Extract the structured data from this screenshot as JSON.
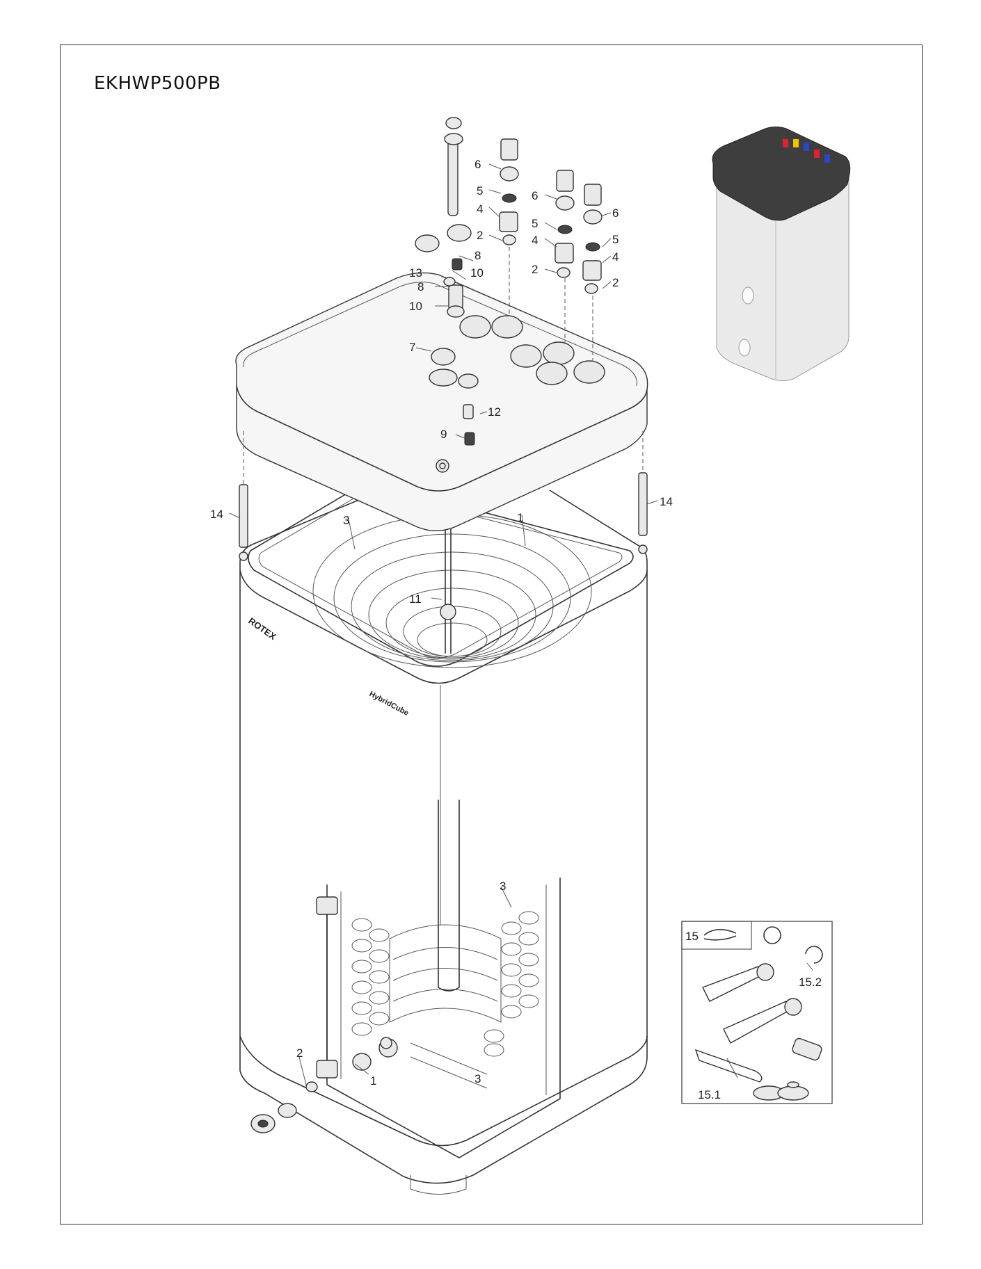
{
  "title": "EKHWP500PB",
  "brand_mark": "ROTEX",
  "product_mark": "HybridCube",
  "callouts": {
    "c1_top": "1",
    "c1_bottom": "1",
    "c2_a": "2",
    "c2_b": "2",
    "c2_c": "2",
    "c2_bottom": "2",
    "c3_top": "3",
    "c3_mid": "3",
    "c3_bottom": "3",
    "c4_a": "4",
    "c4_b": "4",
    "c4_c": "4",
    "c5_a": "5",
    "c5_b": "5",
    "c5_c": "5",
    "c6_a": "6",
    "c6_b": "6",
    "c6_c": "6",
    "c7": "7",
    "c8_a": "8",
    "c8_b": "8",
    "c9": "9",
    "c10_a": "10",
    "c10_b": "10",
    "c11": "11",
    "c12": "12",
    "c13": "13",
    "c14_left": "14",
    "c14_right": "14",
    "c15": "15",
    "c15_1": "15.1",
    "c15_2": "15.2"
  }
}
